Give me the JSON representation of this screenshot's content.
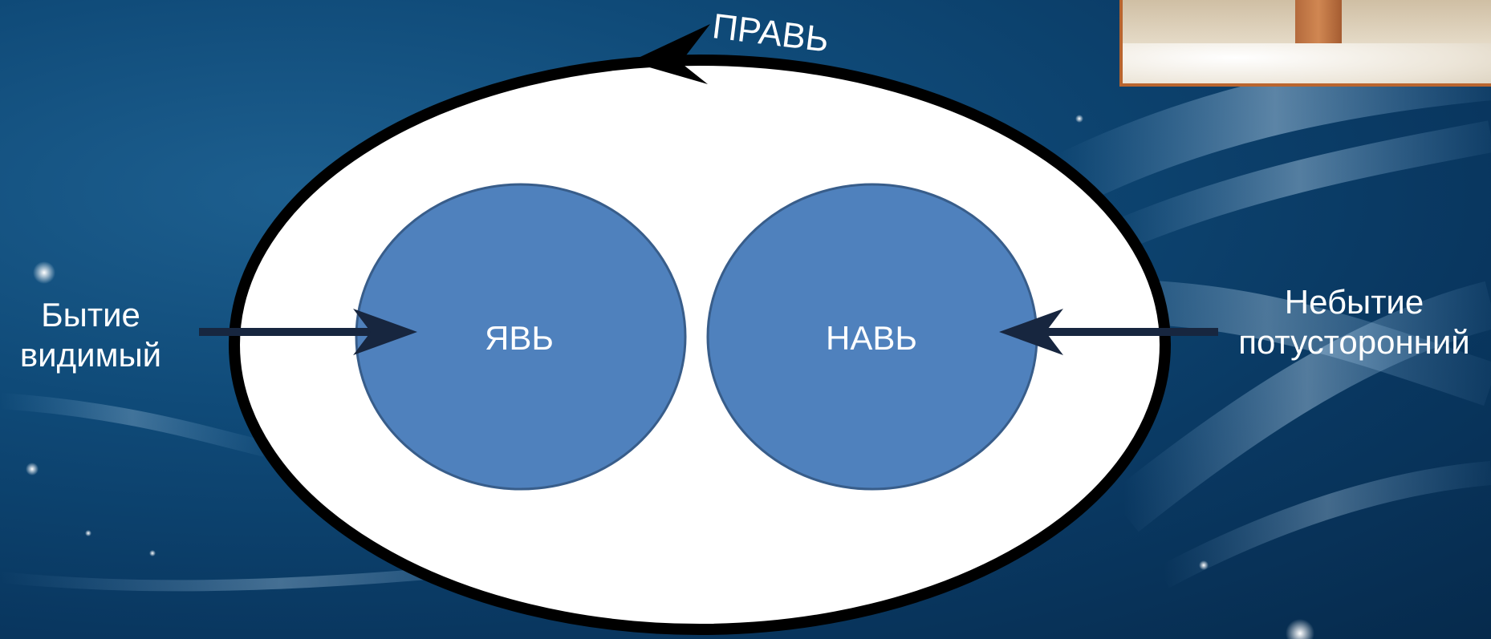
{
  "diagram": {
    "top_label": "ПРАВЬ",
    "left_label_line1": "Бытие",
    "left_label_line2": "видимый",
    "right_label_line1": "Небытие",
    "right_label_line2": "потусторонний",
    "circle_left_label": "ЯВЬ",
    "circle_right_label": "НАВЬ"
  },
  "colors": {
    "background": "#0b3f6b",
    "ellipse_fill": "#ffffff",
    "ellipse_stroke": "#000000",
    "circle_fill": "#4f81bd",
    "circle_stroke": "#385d8a",
    "arrow": "#17263f",
    "text": "#ffffff"
  },
  "icons": {
    "picture": "painting-thumbnail"
  }
}
